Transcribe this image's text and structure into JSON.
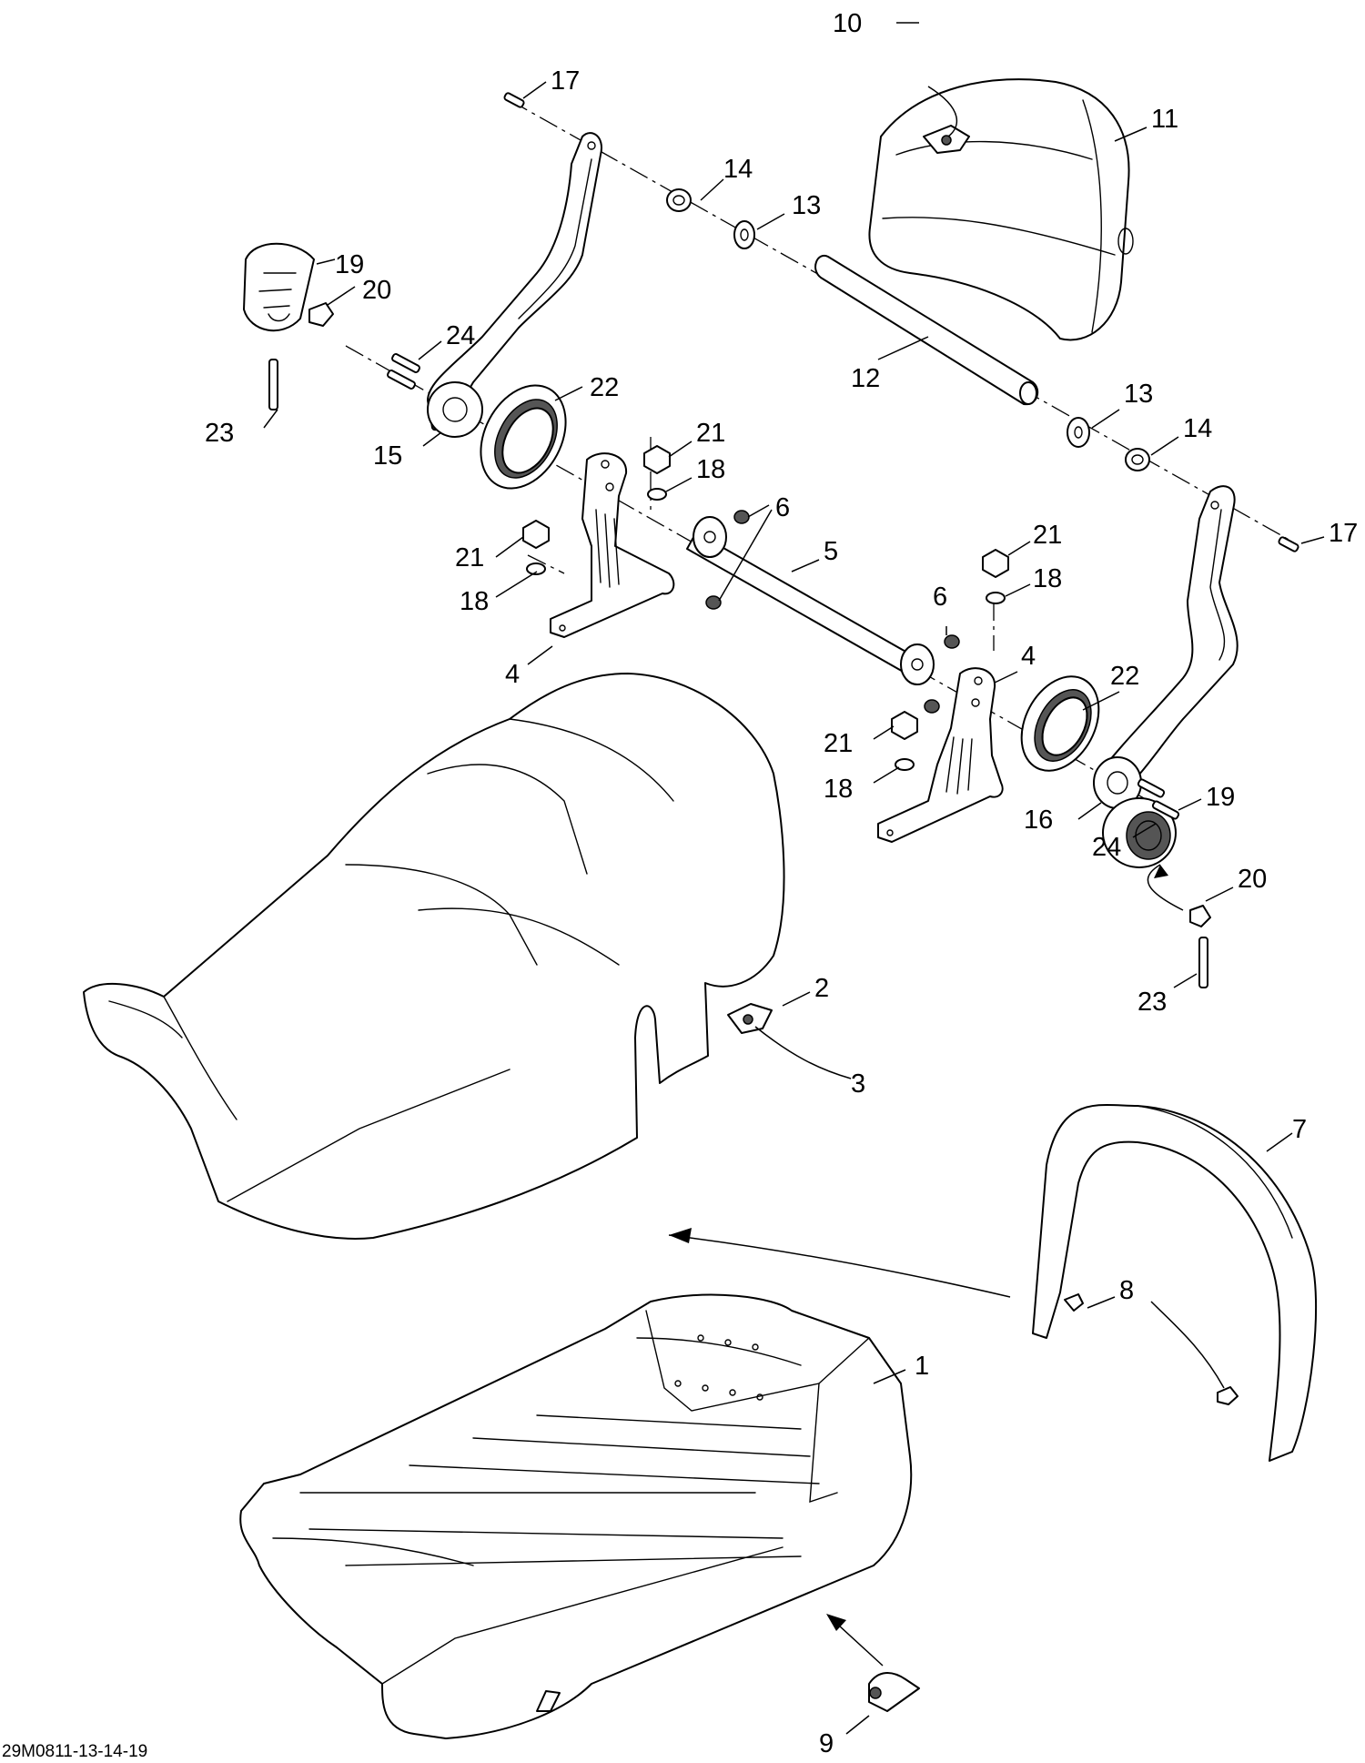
{
  "drawing_code": "29M0811-13-14-19",
  "callouts": {
    "c1": "1",
    "c2": "2",
    "c3": "3",
    "c4a": "4",
    "c4b": "4",
    "c5": "5",
    "c6a": "6",
    "c6b": "6",
    "c7": "7",
    "c8": "8",
    "c9": "9",
    "c10": "10",
    "c11": "11",
    "c12": "12",
    "c13a": "13",
    "c13b": "13",
    "c14a": "14",
    "c14b": "14",
    "c15": "15",
    "c16": "16",
    "c17a": "17",
    "c17b": "17",
    "c18a": "18",
    "c18b": "18",
    "c18c": "18",
    "c18d": "18",
    "c19a": "19",
    "c19b": "19",
    "c20a": "20",
    "c20b": "20",
    "c21a": "21",
    "c21b": "21",
    "c21c": "21",
    "c21d": "21",
    "c22a": "22",
    "c22b": "22",
    "c23a": "23",
    "c23b": "23",
    "c24a": "24",
    "c24b": "24"
  }
}
